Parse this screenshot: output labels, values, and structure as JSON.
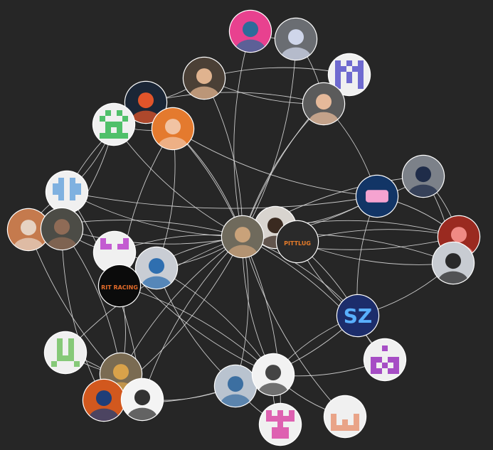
{
  "graph": {
    "background": "#262626",
    "edge_color": "#e6e6e6",
    "center_node": "n-hub",
    "nodes": [
      {
        "id": "n-hub",
        "type": "photo",
        "desc": "avatar",
        "bg": "#6f6a5c",
        "accent": "#c9a27a"
      },
      {
        "id": "n-glasses",
        "type": "photo",
        "desc": "avatar",
        "bg": "#d8d4cf",
        "accent": "#3a2a20"
      },
      {
        "id": "n-pitt",
        "type": "logo",
        "desc": "pittlug-logo",
        "bg": "#2a2a2a",
        "accent": "#e57b29",
        "label": "PITTLUG"
      },
      {
        "id": "n-shark",
        "type": "photo",
        "desc": "avatar",
        "bg": "#e8418f",
        "accent": "#2d6b9a"
      },
      {
        "id": "n-couple",
        "type": "photo",
        "desc": "avatar",
        "bg": "#6a6d72",
        "accent": "#cfd6ea"
      },
      {
        "id": "n-purple-top",
        "type": "identicon",
        "desc": "identicon",
        "bg": "#f0f0f0",
        "accent": "#6f6ad0"
      },
      {
        "id": "n-sunglasses",
        "type": "photo",
        "desc": "avatar",
        "bg": "#4b4036",
        "accent": "#e0b38f"
      },
      {
        "id": "n-smile",
        "type": "photo",
        "desc": "avatar",
        "bg": "#5b5b5b",
        "accent": "#e5b99a"
      },
      {
        "id": "n-night",
        "type": "photo",
        "desc": "avatar",
        "bg": "#1b2636",
        "accent": "#e0542a"
      },
      {
        "id": "n-green1",
        "type": "identicon",
        "desc": "identicon",
        "bg": "#f0f0f0",
        "accent": "#4fc06a"
      },
      {
        "id": "n-orange",
        "type": "photo",
        "desc": "avatar",
        "bg": "#e47a2e",
        "accent": "#f1c3a3"
      },
      {
        "id": "n-suit",
        "type": "photo",
        "desc": "avatar",
        "bg": "#7c8189",
        "accent": "#1f2c49"
      },
      {
        "id": "n-nyan",
        "type": "logo",
        "desc": "nyan-cat-icon",
        "bg": "#123566",
        "accent": "#f5a3d0"
      },
      {
        "id": "n-blue-id",
        "type": "identicon",
        "desc": "identicon",
        "bg": "#f0f0f0",
        "accent": "#7fb1e0"
      },
      {
        "id": "n-red",
        "type": "photo",
        "desc": "avatar",
        "bg": "#9a2a20",
        "accent": "#f08a84"
      },
      {
        "id": "n-hat",
        "type": "photo",
        "desc": "avatar",
        "bg": "#c8ccd2",
        "accent": "#2a2a2a"
      },
      {
        "id": "n-man-left",
        "type": "photo",
        "desc": "avatar",
        "bg": "#c57a4d",
        "accent": "#e6d2c2"
      },
      {
        "id": "n-beard",
        "type": "photo",
        "desc": "avatar",
        "bg": "#4c4c46",
        "accent": "#8f6b56"
      },
      {
        "id": "n-pink-id",
        "type": "identicon",
        "desc": "identicon",
        "bg": "#f0f0f0",
        "accent": "#c35bd1"
      },
      {
        "id": "n-sunglasses2",
        "type": "photo",
        "desc": "avatar",
        "bg": "#c9cdd4",
        "accent": "#2f6fb0"
      },
      {
        "id": "n-racing",
        "type": "logo",
        "desc": "rit-racing-logo",
        "bg": "#0b0b0b",
        "accent": "#e26b2a",
        "label": "RIT RACING"
      },
      {
        "id": "n-sz",
        "type": "logo",
        "desc": "sz-logo",
        "bg": "#1c2d6b",
        "accent": "#59b0ff",
        "label": "SZ"
      },
      {
        "id": "n-green2",
        "type": "identicon",
        "desc": "identicon",
        "bg": "#f0f0f0",
        "accent": "#86c978"
      },
      {
        "id": "n-magenta",
        "type": "identicon",
        "desc": "identicon",
        "bg": "#f0f0f0",
        "accent": "#a64dc5"
      },
      {
        "id": "n-cartoon",
        "type": "photo",
        "desc": "avatar",
        "bg": "#7a6b52",
        "accent": "#d9a24a"
      },
      {
        "id": "n-fire",
        "type": "photo",
        "desc": "avatar",
        "bg": "#d2581e",
        "accent": "#1f3e78"
      },
      {
        "id": "n-sketch",
        "type": "photo",
        "desc": "avatar",
        "bg": "#f4f4f4",
        "accent": "#333333"
      },
      {
        "id": "n-jacket",
        "type": "photo",
        "desc": "avatar",
        "bg": "#b9c3cf",
        "accent": "#3c6fa1"
      },
      {
        "id": "n-robot",
        "type": "photo",
        "desc": "avatar",
        "bg": "#f2f2f2",
        "accent": "#444444"
      },
      {
        "id": "n-pink2",
        "type": "identicon",
        "desc": "identicon",
        "bg": "#f0f0f0",
        "accent": "#de61b1"
      },
      {
        "id": "n-peach",
        "type": "identicon",
        "desc": "identicon",
        "bg": "#f0f0f0",
        "accent": "#e9a488"
      }
    ],
    "edges": [
      [
        "n-hub",
        "n-glasses"
      ],
      [
        "n-hub",
        "n-pitt"
      ],
      [
        "n-hub",
        "n-shark"
      ],
      [
        "n-hub",
        "n-couple"
      ],
      [
        "n-hub",
        "n-purple-top"
      ],
      [
        "n-hub",
        "n-sunglasses"
      ],
      [
        "n-hub",
        "n-smile"
      ],
      [
        "n-hub",
        "n-night"
      ],
      [
        "n-hub",
        "n-green1"
      ],
      [
        "n-hub",
        "n-orange"
      ],
      [
        "n-hub",
        "n-suit"
      ],
      [
        "n-hub",
        "n-nyan"
      ],
      [
        "n-hub",
        "n-blue-id"
      ],
      [
        "n-hub",
        "n-red"
      ],
      [
        "n-hub",
        "n-hat"
      ],
      [
        "n-hub",
        "n-man-left"
      ],
      [
        "n-hub",
        "n-beard"
      ],
      [
        "n-hub",
        "n-pink-id"
      ],
      [
        "n-hub",
        "n-sunglasses2"
      ],
      [
        "n-hub",
        "n-racing"
      ],
      [
        "n-hub",
        "n-sz"
      ],
      [
        "n-hub",
        "n-green2"
      ],
      [
        "n-hub",
        "n-magenta"
      ],
      [
        "n-hub",
        "n-cartoon"
      ],
      [
        "n-hub",
        "n-fire"
      ],
      [
        "n-hub",
        "n-sketch"
      ],
      [
        "n-hub",
        "n-jacket"
      ],
      [
        "n-hub",
        "n-robot"
      ],
      [
        "n-hub",
        "n-pink2"
      ],
      [
        "n-hub",
        "n-peach"
      ],
      [
        "n-glasses",
        "n-pitt"
      ],
      [
        "n-glasses",
        "n-nyan"
      ],
      [
        "n-glasses",
        "n-sz"
      ],
      [
        "n-shark",
        "n-couple"
      ],
      [
        "n-couple",
        "n-smile"
      ],
      [
        "n-smile",
        "n-purple-top"
      ],
      [
        "n-sunglasses",
        "n-night"
      ],
      [
        "n-sunglasses",
        "n-smile"
      ],
      [
        "n-night",
        "n-green1"
      ],
      [
        "n-green1",
        "n-orange"
      ],
      [
        "n-green1",
        "n-blue-id"
      ],
      [
        "n-blue-id",
        "n-man-left"
      ],
      [
        "n-man-left",
        "n-beard"
      ],
      [
        "n-beard",
        "n-pink-id"
      ],
      [
        "n-pink-id",
        "n-sunglasses2"
      ],
      [
        "n-sunglasses2",
        "n-racing"
      ],
      [
        "n-racing",
        "n-cartoon"
      ],
      [
        "n-cartoon",
        "n-fire"
      ],
      [
        "n-fire",
        "n-sketch"
      ],
      [
        "n-sketch",
        "n-jacket"
      ],
      [
        "n-jacket",
        "n-robot"
      ],
      [
        "n-robot",
        "n-pink2"
      ],
      [
        "n-robot",
        "n-sz"
      ],
      [
        "n-sz",
        "n-magenta"
      ],
      [
        "n-sz",
        "n-nyan"
      ],
      [
        "n-nyan",
        "n-suit"
      ],
      [
        "n-suit",
        "n-red"
      ],
      [
        "n-red",
        "n-hat"
      ],
      [
        "n-hat",
        "n-sz"
      ],
      [
        "n-nyan",
        "n-smile"
      ],
      [
        "n-nyan",
        "n-red"
      ],
      [
        "n-smile",
        "n-night"
      ],
      [
        "n-orange",
        "n-sunglasses2"
      ],
      [
        "n-orange",
        "n-racing"
      ],
      [
        "n-blue-id",
        "n-sketch"
      ],
      [
        "n-man-left",
        "n-sketch"
      ],
      [
        "n-beard",
        "n-cartoon"
      ],
      [
        "n-beard",
        "n-fire"
      ],
      [
        "n-green2",
        "n-sketch"
      ],
      [
        "n-green2",
        "n-cartoon"
      ],
      [
        "n-sunglasses2",
        "n-robot"
      ],
      [
        "n-sunglasses2",
        "n-jacket"
      ],
      [
        "n-racing",
        "n-robot"
      ],
      [
        "n-robot",
        "n-peach"
      ],
      [
        "n-sz",
        "n-jacket"
      ],
      [
        "n-pitt",
        "n-sz"
      ],
      [
        "n-pitt",
        "n-red"
      ],
      [
        "n-pitt",
        "n-hat"
      ],
      [
        "n-glasses",
        "n-red"
      ],
      [
        "n-orange",
        "n-nyan"
      ],
      [
        "n-green1",
        "n-beard"
      ],
      [
        "n-blue-id",
        "n-nyan"
      ],
      [
        "n-cartoon",
        "n-sketch"
      ],
      [
        "n-fire",
        "n-jacket"
      ],
      [
        "n-sunglasses",
        "n-purple-top"
      ],
      [
        "n-night",
        "n-blue-id"
      ],
      [
        "n-suit",
        "n-hat"
      ],
      [
        "n-pink-id",
        "n-robot"
      ],
      [
        "n-magenta",
        "n-robot"
      ],
      [
        "n-jacket",
        "n-pink2"
      ]
    ]
  }
}
